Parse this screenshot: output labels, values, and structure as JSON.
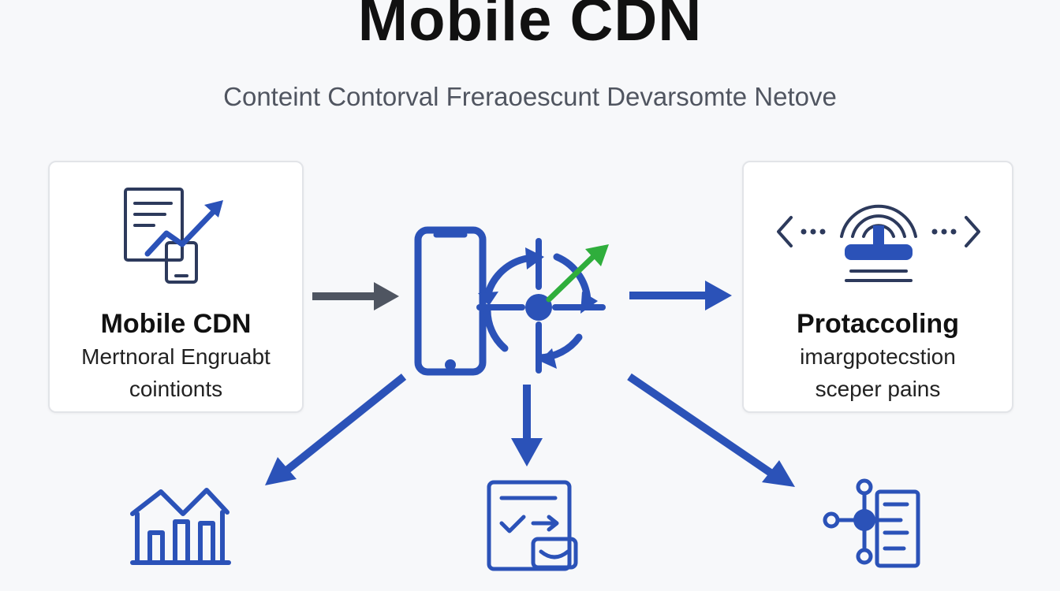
{
  "header": {
    "title": "Mobile CDN",
    "subtitle": "Conteint Contorval Freraoescunt Devarsomte Netove"
  },
  "cards": {
    "left": {
      "title": "Mobile CDN",
      "desc_line1": "Mertnoral Engruabt",
      "desc_line2": "cointionts"
    },
    "right": {
      "title": "Protaccoling",
      "desc_line1": "imargpotecstion",
      "desc_line2": "sceper pains"
    }
  },
  "colors": {
    "primary_blue": "#2b52b8",
    "dark_navy": "#2d3a5c",
    "arrow_gray": "#4f5561",
    "accent_green": "#2fae3c"
  },
  "icons": {
    "left_card": "document-growth-icon",
    "right_card": "broadcast-router-icon",
    "center": "smartphone-icon",
    "center_accent": "refresh-target-icon",
    "bottom_left": "house-chart-icon",
    "bottom_center": "checklist-icon",
    "bottom_right": "network-node-icon"
  }
}
